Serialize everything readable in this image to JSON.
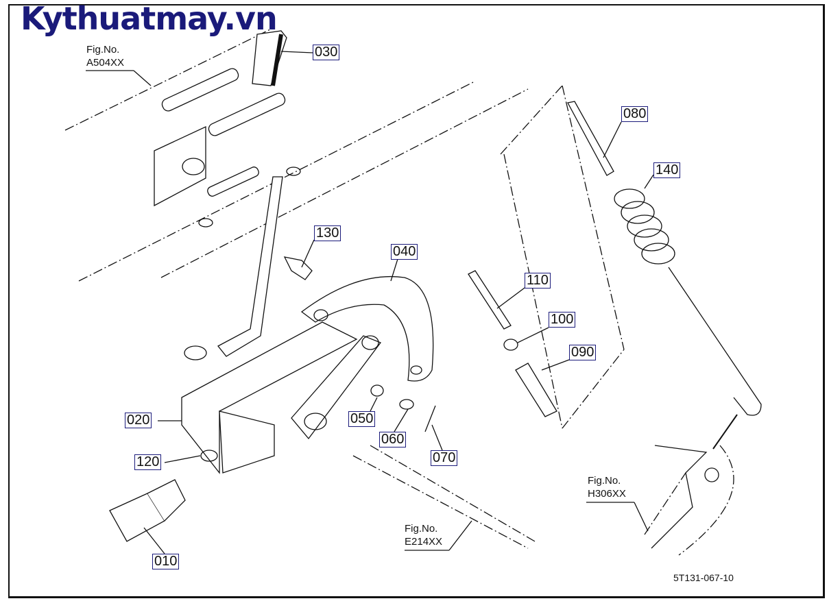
{
  "watermark": "Kythuatmay.vn",
  "figure_refs": [
    {
      "label": "Fig.No.",
      "code": "A504XX"
    },
    {
      "label": "Fig.No.",
      "code": "E214XX"
    },
    {
      "label": "Fig.No.",
      "code": "H306XX"
    }
  ],
  "callouts": [
    "030",
    "080",
    "140",
    "130",
    "040",
    "110",
    "100",
    "090",
    "020",
    "050",
    "060",
    "070",
    "120",
    "010"
  ],
  "drawing_code": "5T131-067-10",
  "colors": {
    "watermark": "#1a1a7a",
    "line": "#111111",
    "callout_border": "#1a1a7a"
  }
}
